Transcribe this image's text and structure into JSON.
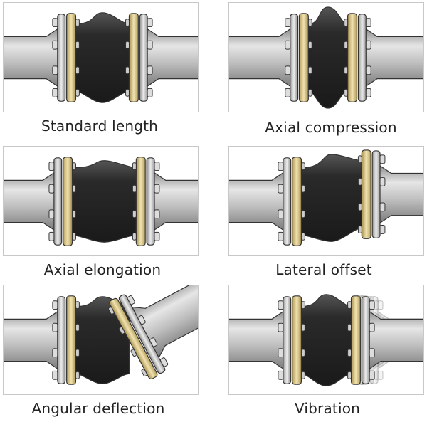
{
  "panels": [
    {
      "id": "standard",
      "label": "Standard length"
    },
    {
      "id": "compression",
      "label": "Axial compression"
    },
    {
      "id": "elongation",
      "label": "Axial elongation"
    },
    {
      "id": "lateral",
      "label": "Lateral offset"
    },
    {
      "id": "angular",
      "label": "Angular deflection"
    },
    {
      "id": "vibration",
      "label": "Vibration"
    }
  ],
  "colors": {
    "rubber": "#2a2a2a",
    "steel": "#c9c9c9",
    "brass": "#d8c48c",
    "outline": "#333333"
  }
}
